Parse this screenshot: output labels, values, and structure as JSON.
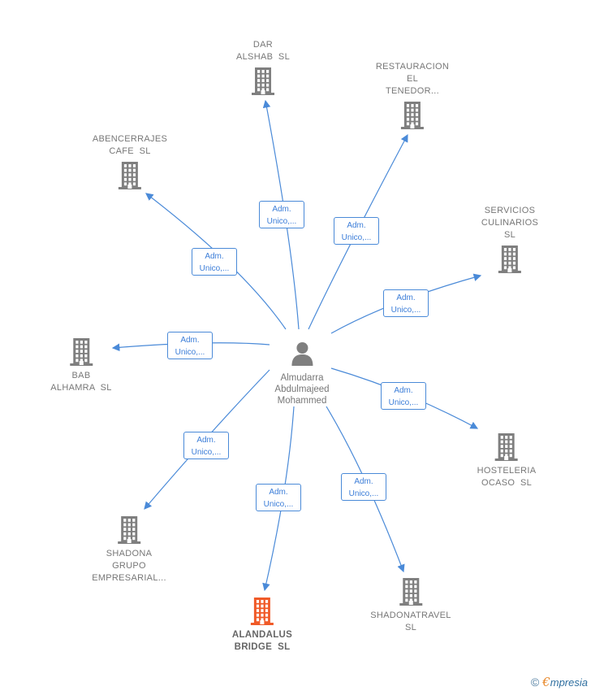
{
  "center": {
    "name": "Almudarra\nAbdulmajeed\nMohammed",
    "icon": "person-icon"
  },
  "edge_label": "Adm.\nUnico,...",
  "nodes": [
    {
      "name": "DAR\nALSHAB  SL",
      "icon": "building-icon"
    },
    {
      "name": "RESTAURACION\nEL\nTENEDOR...",
      "icon": "building-icon"
    },
    {
      "name": "ABENCERRAJES\nCAFE  SL",
      "icon": "building-icon"
    },
    {
      "name": "SERVICIOS\nCULINARIOS\nSL",
      "icon": "building-icon"
    },
    {
      "name": "BAB\nALHAMRA  SL",
      "icon": "building-icon"
    },
    {
      "name": "HOSTELERIA\nOCASO  SL",
      "icon": "building-icon"
    },
    {
      "name": "SHADONA\nGRUPO\nEMPRESARIAL...",
      "icon": "building-icon"
    },
    {
      "name": "SHADONATRAVEL\nSL",
      "icon": "building-icon"
    },
    {
      "name": "ALANDALUS\nBRIDGE  SL",
      "icon": "building-icon",
      "highlighted": true
    }
  ],
  "colors": {
    "edge": "#4a8ad8",
    "building": "#7f7f7f",
    "building_highlight": "#f05a28",
    "person": "#7f7f7f"
  },
  "brand": {
    "copyright": "©",
    "first_letter": "€",
    "rest": "mpresia"
  }
}
